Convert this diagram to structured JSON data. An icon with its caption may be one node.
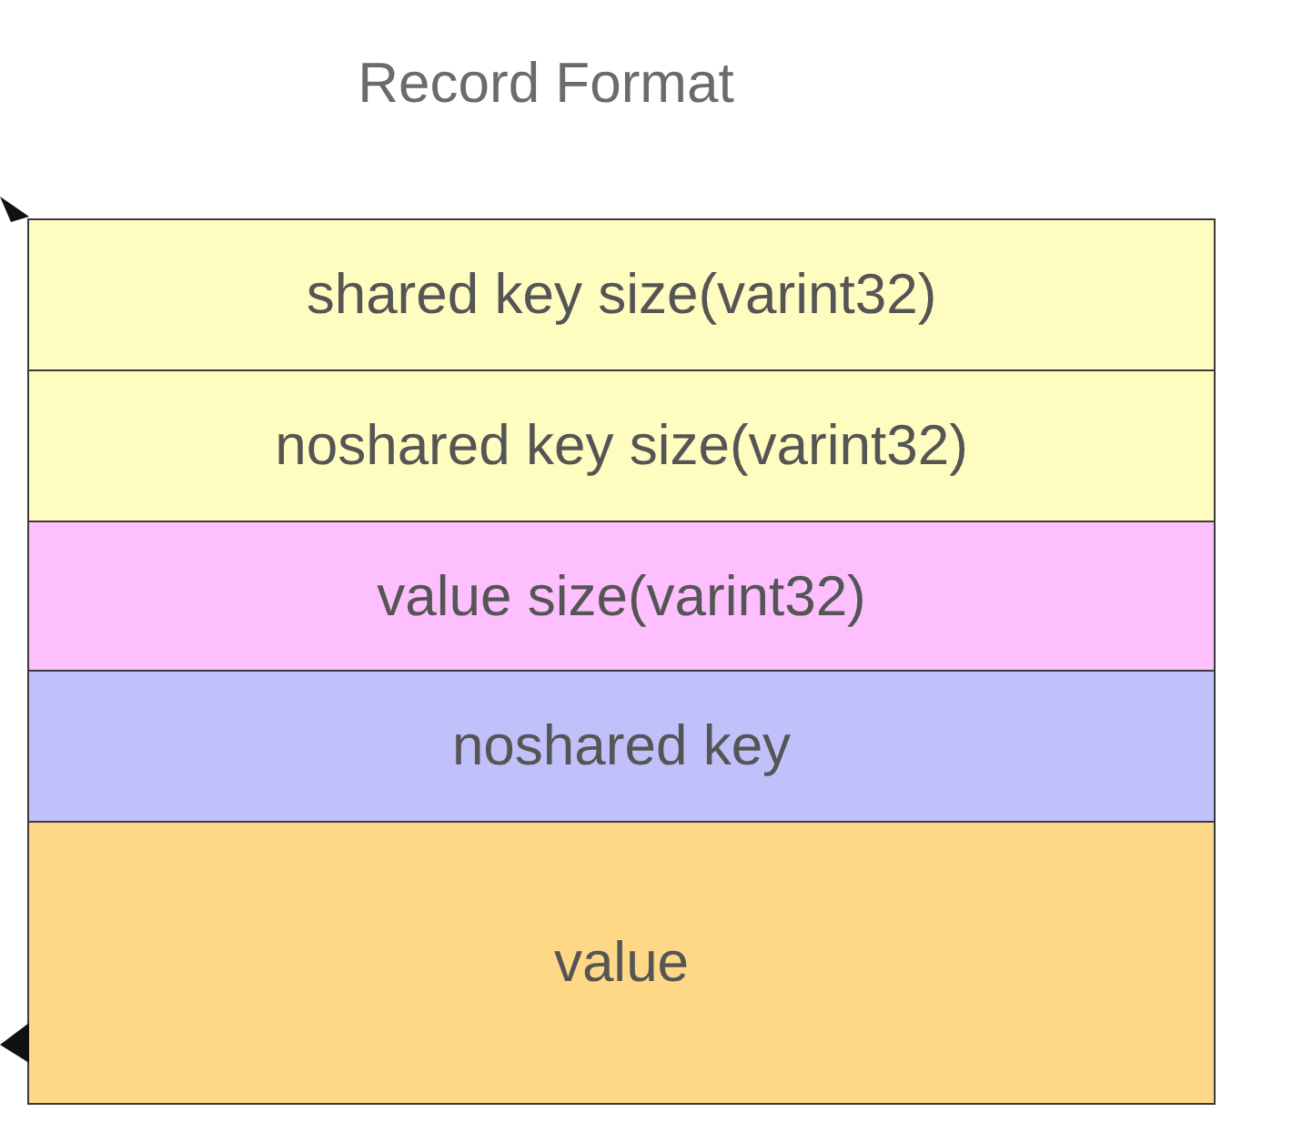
{
  "diagram": {
    "title": "Record Format",
    "nodes": [
      {
        "text": [
          "shared key size(varint32)"
        ]
      },
      {
        "text": [
          "noshared key size(varint32)"
        ]
      },
      {
        "text": [
          "value size(varint32)"
        ]
      },
      {
        "text": [
          "noshared key"
        ]
      },
      {
        "text": [
          "value"
        ]
      }
    ]
  }
}
